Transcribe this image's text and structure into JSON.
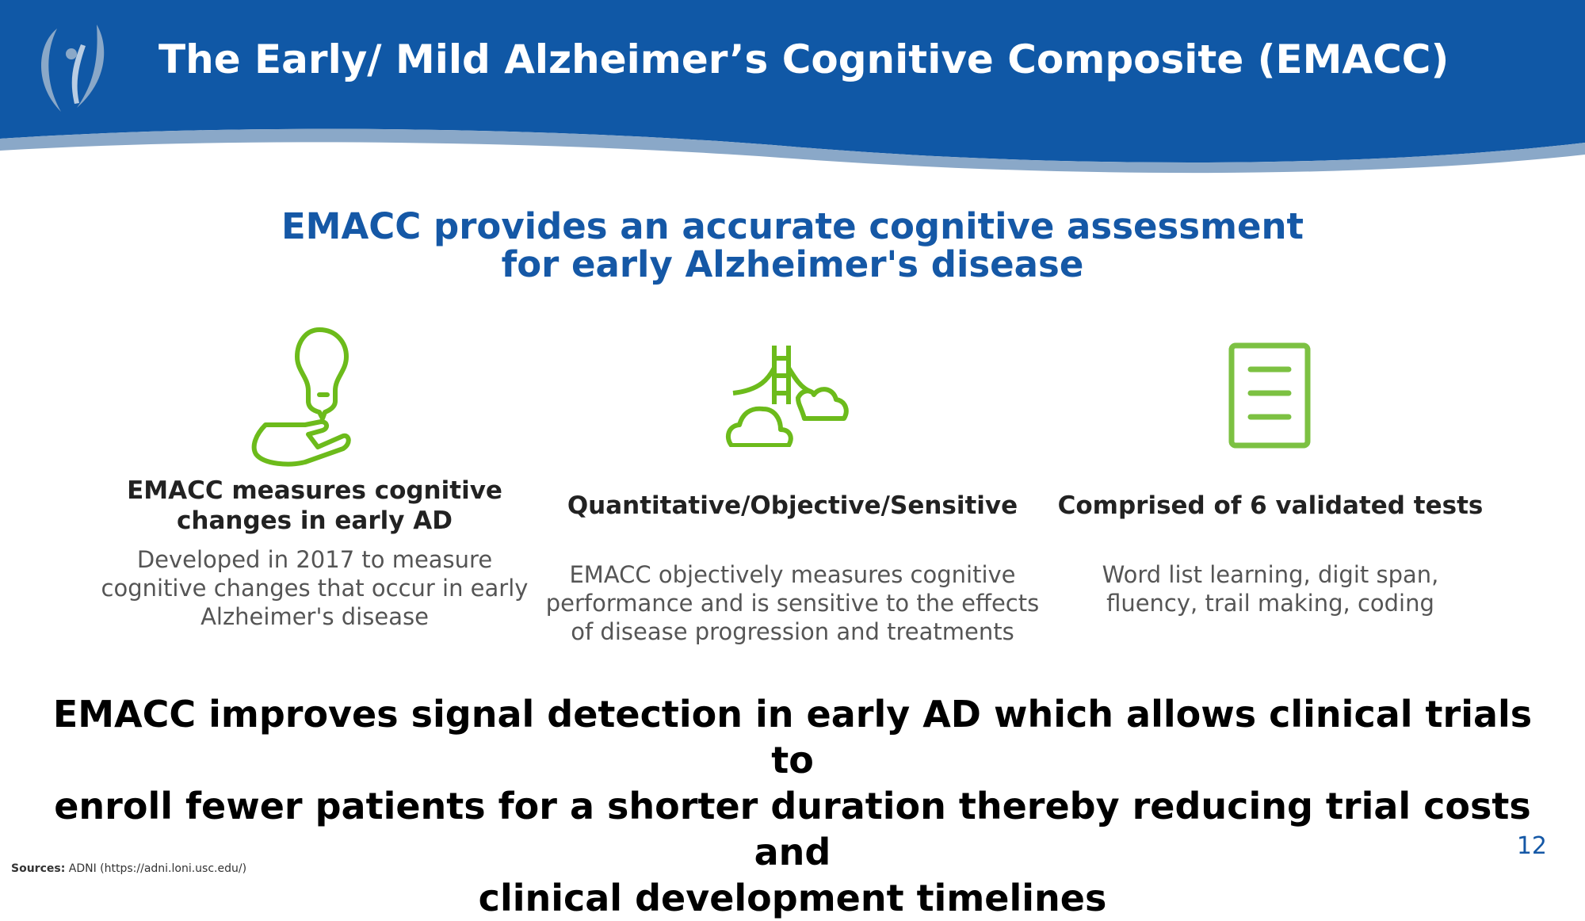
{
  "header": {
    "title": "The Early/ Mild Alzheimer’s Cognitive Composite (EMACC)"
  },
  "subtitle": {
    "line1": "EMACC provides an accurate cognitive assessment",
    "line2": "for early Alzheimer's disease"
  },
  "columns": [
    {
      "icon": "lightbulb-hand-icon",
      "heading_line1": "EMACC measures cognitive",
      "heading_line2": "changes in early AD",
      "body": [
        "Developed in 2017 to measure",
        "cognitive changes that occur in early",
        "Alzheimer's disease"
      ]
    },
    {
      "icon": "bridge-clouds-icon",
      "heading_line1": "Quantitative/Objective/Sensitive",
      "body": [
        "EMACC objectively measures cognitive",
        "performance and is sensitive to the effects",
        "of disease progression and treatments"
      ]
    },
    {
      "icon": "document-list-icon",
      "heading_line1": "Comprised of 6 validated tests",
      "body": [
        "Word list learning, digit span,",
        "fluency, trail making, coding"
      ]
    }
  ],
  "bottom": {
    "line1": "EMACC improves signal detection in early AD which allows clinical trials to",
    "line2": "enroll fewer patients for a shorter duration thereby reducing trial costs and",
    "line3": "clinical development timelines"
  },
  "footer": {
    "sources_label": "Sources:",
    "sources_text": " ADNI (https://adni.loni.usc.edu/)",
    "page_number": "12"
  },
  "colors": {
    "brand_blue": "#1058a6",
    "wave_light": "#8aa8c8",
    "icon_green": "#6cbb1b"
  }
}
